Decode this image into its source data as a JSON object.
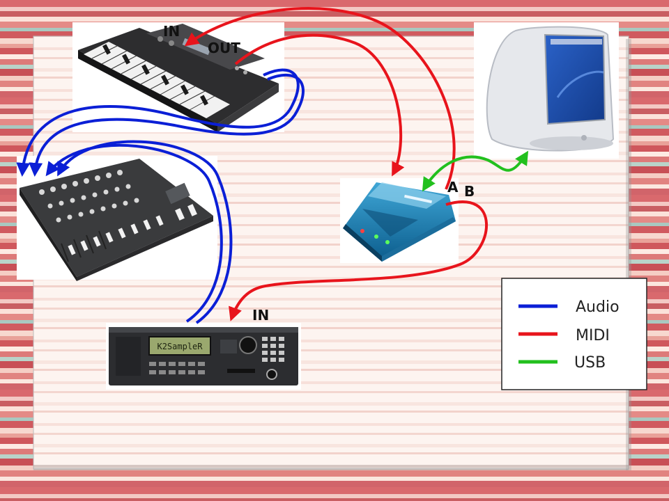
{
  "colors": {
    "audio": "#0b1fd6",
    "midi": "#e8141c",
    "usb": "#22c01e"
  },
  "devices": {
    "keyboard": {
      "icon": "midi-keyboard-icon",
      "in_label": "IN",
      "out_label": "OUT"
    },
    "mixer": {
      "icon": "audio-mixer-icon"
    },
    "interface": {
      "icon": "midi-usb-interface-icon",
      "port_a": "A",
      "port_b": "B"
    },
    "computer": {
      "icon": "imac-computer-icon"
    },
    "sampler": {
      "icon": "rack-sampler-icon",
      "in_label": "IN",
      "display_text": "K2SampleR"
    }
  },
  "legend": {
    "items": [
      {
        "label": "Audio",
        "color": "#0b1fd6"
      },
      {
        "label": "MIDI",
        "color": "#e8141c"
      },
      {
        "label": "USB",
        "color": "#22c01e"
      }
    ]
  }
}
